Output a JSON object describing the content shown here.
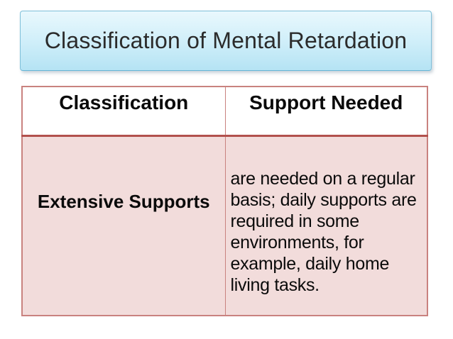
{
  "slide": {
    "background_color": "#ffffff"
  },
  "title": {
    "text": "Classification of Mental Retardation",
    "text_color": "#2b2b2b",
    "box_gradient_top": "#e9f8fd",
    "box_gradient_bottom": "#b5e3f4",
    "box_border_color": "#7fc0da"
  },
  "table": {
    "headers": [
      "Classification",
      "Support Needed"
    ],
    "rows": [
      {
        "classification": "Extensive Supports",
        "support": "are needed on a regular\nbasis; daily supports are\nrequired in some\nenvironments, for\nexample, daily home\nliving tasks."
      }
    ],
    "header_bg": "#ffffff",
    "row_bg": "#f2dcdb",
    "border_color": "#c9827f",
    "header_rule_color": "#b2514d",
    "text_color": "#0a0a0a"
  }
}
